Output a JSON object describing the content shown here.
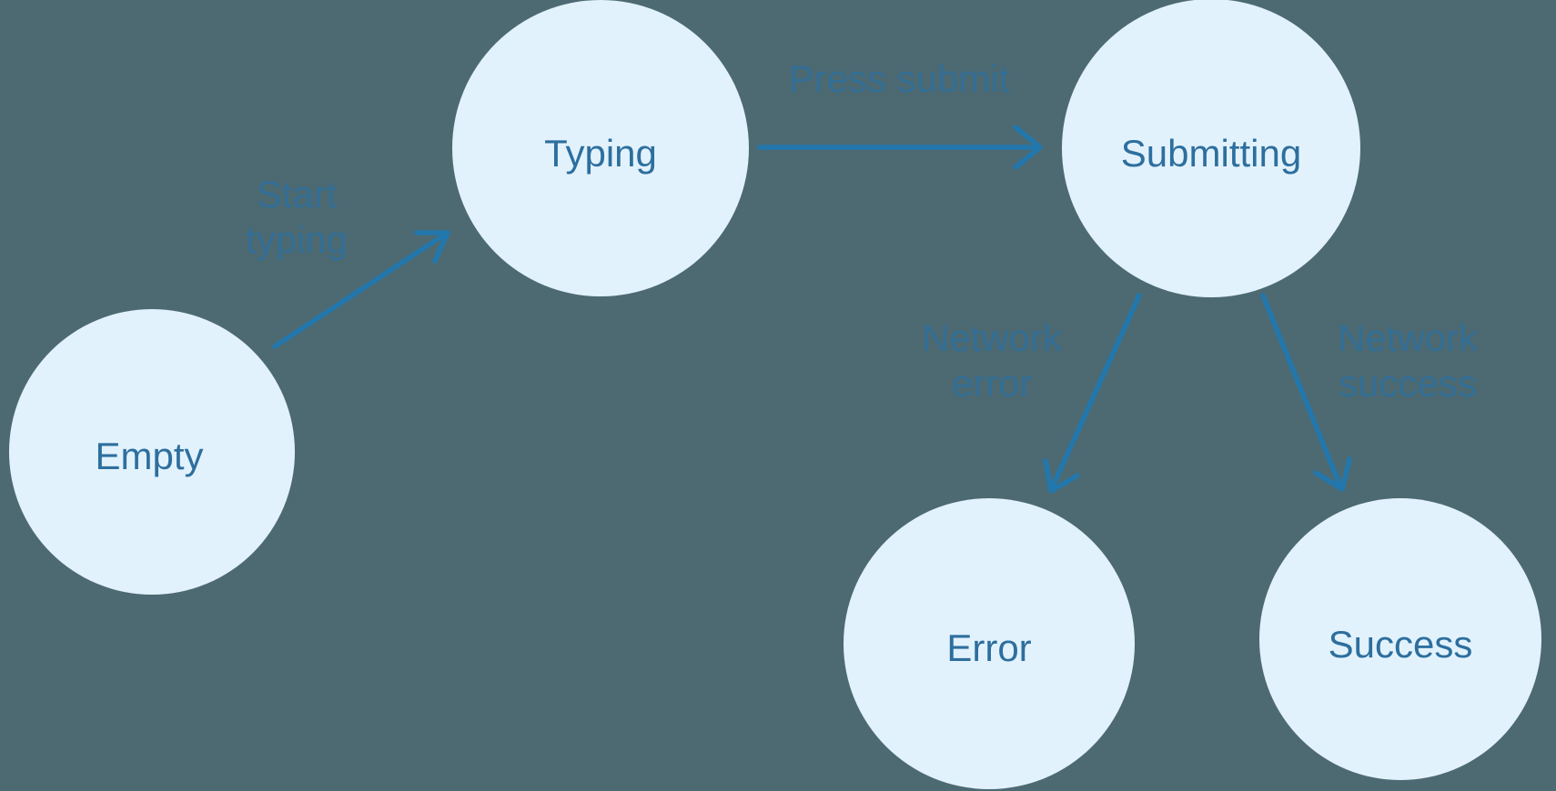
{
  "diagram": {
    "type": "state-machine"
  },
  "colors": {
    "background": "#4d6a72",
    "node_fill": "#e2f2fc",
    "node_text": "#2d6f9e",
    "arrow": "#2277ad",
    "edge_label": "#2d6f9e"
  },
  "nodes": [
    {
      "id": "empty",
      "label": "Empty"
    },
    {
      "id": "typing",
      "label": "Typing"
    },
    {
      "id": "submitting",
      "label": "Submitting"
    },
    {
      "id": "error",
      "label": "Error"
    },
    {
      "id": "success",
      "label": "Success"
    }
  ],
  "edges": [
    {
      "from": "empty",
      "to": "typing",
      "label": "Start typing",
      "label_lines": [
        "Start",
        "typing"
      ]
    },
    {
      "from": "typing",
      "to": "submitting",
      "label": "Press submit",
      "label_lines": [
        "Press submit"
      ]
    },
    {
      "from": "submitting",
      "to": "error",
      "label": "Network error",
      "label_lines": [
        "Network",
        "error"
      ]
    },
    {
      "from": "submitting",
      "to": "success",
      "label": "Network success",
      "label_lines": [
        "Network",
        "success"
      ]
    }
  ]
}
